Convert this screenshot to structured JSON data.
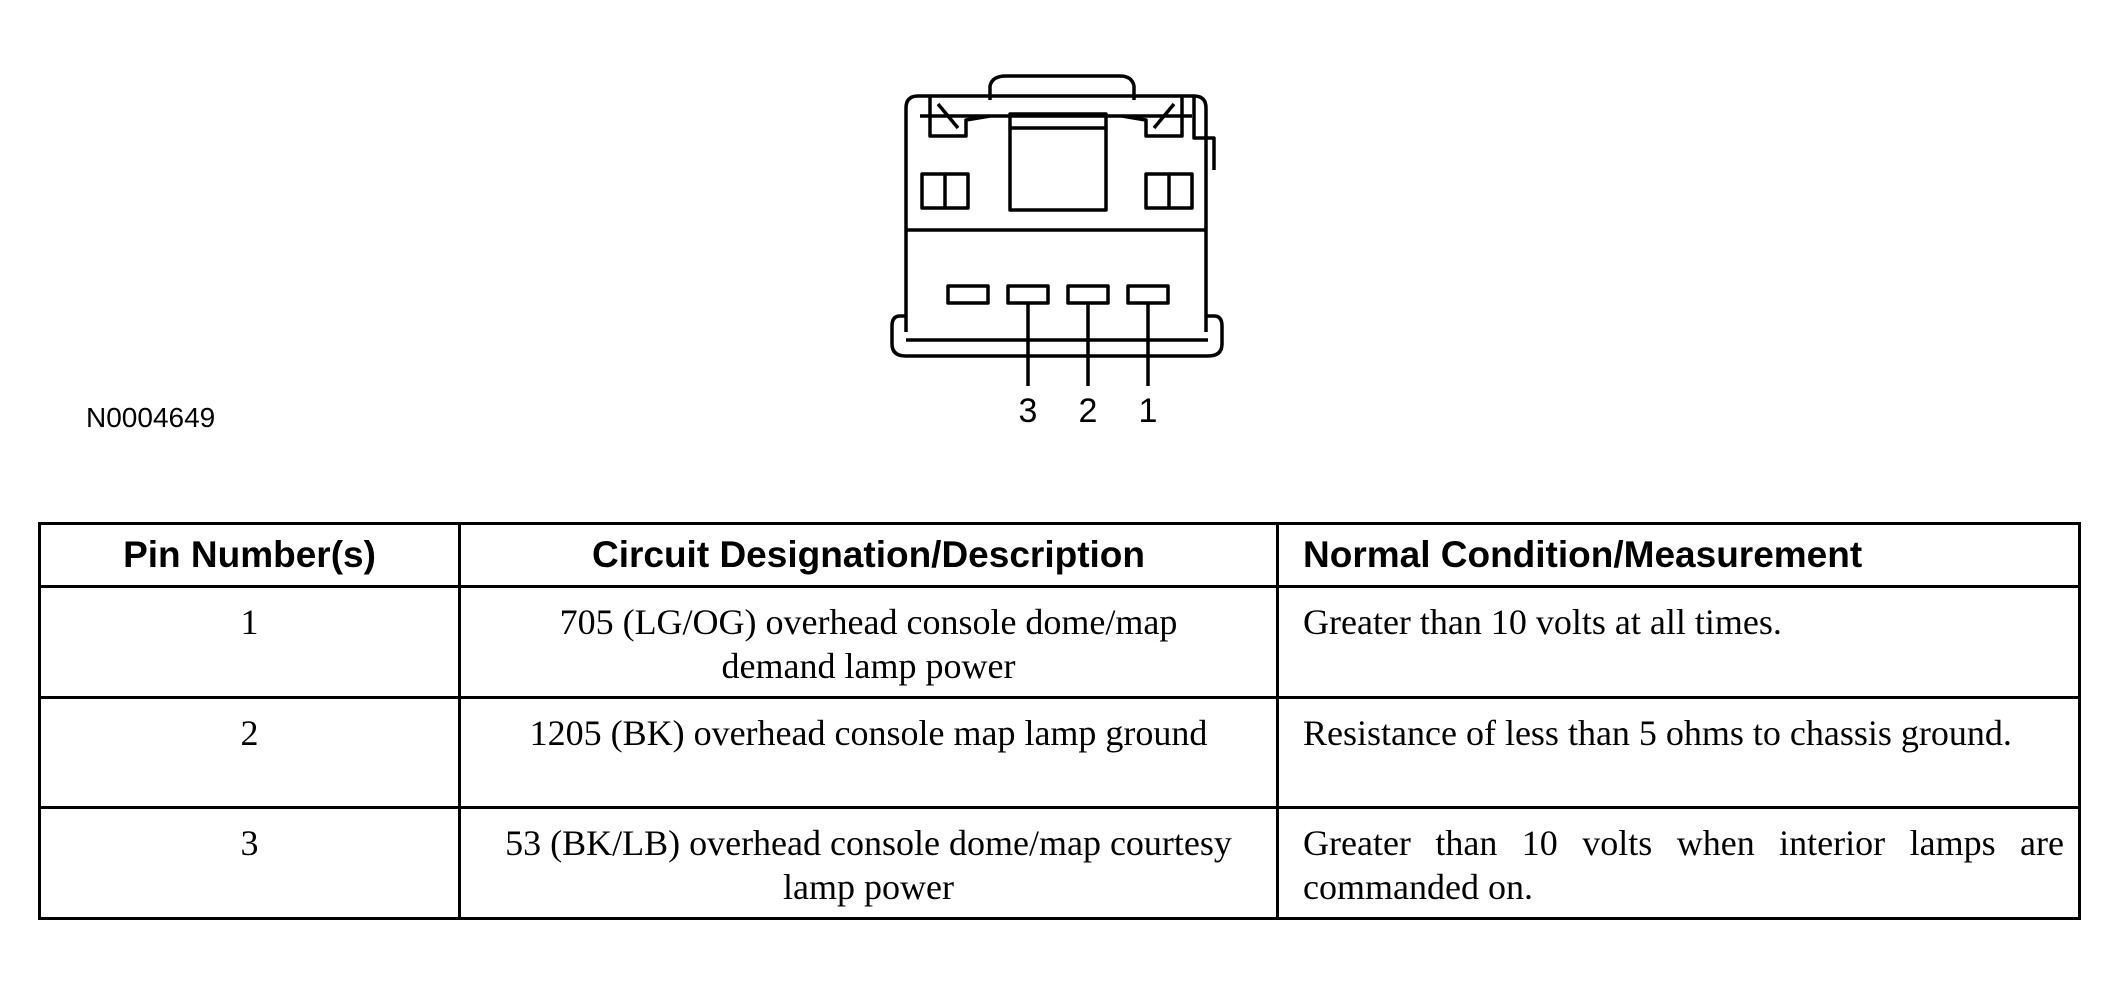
{
  "figure": {
    "id_label": "N0004649",
    "pin_labels": [
      "3",
      "2",
      "1"
    ]
  },
  "table": {
    "headers": [
      "Pin Number(s)",
      "Circuit Designation/Description",
      "Normal Condition/Measurement"
    ],
    "rows": [
      {
        "pin": "1",
        "description": "705 (LG/OG) overhead console dome/map demand lamp power",
        "measurement": "Greater than 10 volts at all times."
      },
      {
        "pin": "2",
        "description": "1205 (BK) overhead console map lamp ground",
        "measurement": "Resistance of less than 5 ohms to chassis ground."
      },
      {
        "pin": "3",
        "description": "53 (BK/LB) overhead console dome/map courtesy lamp power",
        "measurement": "Greater than 10 volts when interior lamps are commanded on."
      }
    ]
  }
}
